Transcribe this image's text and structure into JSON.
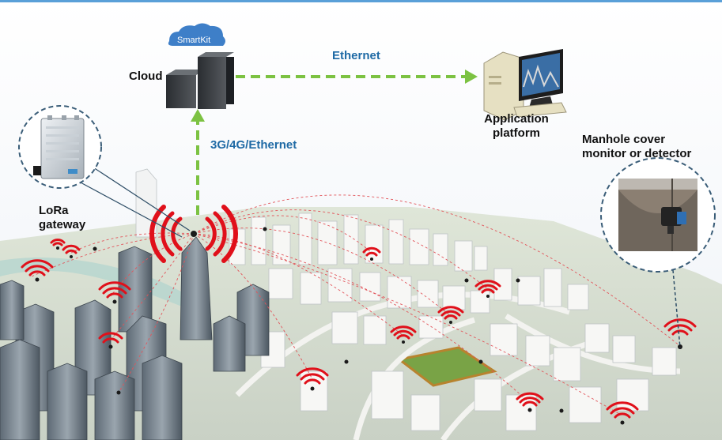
{
  "cloud": {
    "brand": "SmartKit",
    "label": "Cloud"
  },
  "links": {
    "cloud_to_platform": "Ethernet",
    "gateway_to_cloud": "3G/4G/Ethernet"
  },
  "application": {
    "line1": "Application",
    "line2": "platform"
  },
  "gateway": {
    "line1": "LoRa",
    "line2": "gateway"
  },
  "manhole": {
    "line1": "Manhole cover",
    "line2": "monitor or detector"
  },
  "colors": {
    "link_arrow": "#7cc242",
    "link_label": "#1f6aa5",
    "signal": "#e0101a",
    "circle_border": "#3a5d78"
  }
}
